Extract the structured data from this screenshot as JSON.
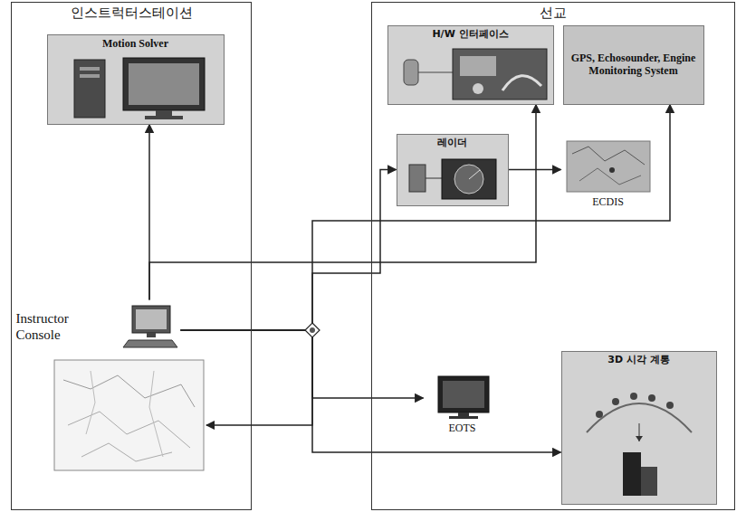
{
  "diagram": {
    "nodes": [
      {
        "text": [
          "인스트럭터스테이션"
        ]
      },
      {
        "text": [
          "Motion Solver"
        ],
        "in": 0
      },
      {
        "text": [
          "Instructor Console"
        ],
        "in": 0
      },
      {
        "text": [
          "선교"
        ]
      },
      {
        "text": [
          "H/W 인터페이스"
        ],
        "in": 3
      },
      {
        "text": [
          "GPS, Echosounder, Engine Monitoring System"
        ],
        "in": 3
      },
      {
        "text": [
          "레이더"
        ],
        "in": 3
      },
      {
        "text": [
          "ECDIS"
        ],
        "in": 3
      },
      {
        "text": [
          "EOTS"
        ],
        "in": 3
      },
      {
        "text": [
          "3D 시각 계통"
        ],
        "in": 3
      }
    ],
    "edges": [
      {
        "from": 2,
        "to": 1,
        "arrow": "to"
      },
      {
        "from": 2,
        "to": 4,
        "arrow": "to"
      },
      {
        "from": 2,
        "to": 5,
        "arrow": "to"
      },
      {
        "from": 2,
        "to": 6,
        "arrow": "to"
      },
      {
        "from": 6,
        "to": 7,
        "arrow": "to"
      },
      {
        "from": 2,
        "to": 8,
        "arrow": "to"
      },
      {
        "from": 2,
        "to": 9,
        "arrow": "to"
      }
    ]
  }
}
